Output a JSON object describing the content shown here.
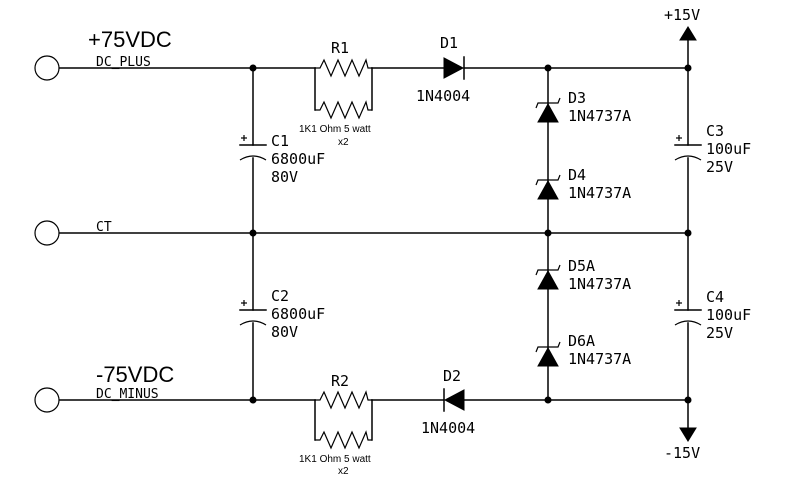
{
  "terminals": {
    "plus": {
      "voltage": "+75VDC",
      "net": "DC_PLUS"
    },
    "ct": {
      "net": "CT"
    },
    "minus": {
      "voltage": "-75VDC",
      "net": "DC_MINUS"
    }
  },
  "resistors": {
    "r1": {
      "ref": "R1",
      "value": "1K1 Ohm 5 watt",
      "qty": "x2"
    },
    "r2": {
      "ref": "R2",
      "value": "1K1 Ohm 5 watt",
      "qty": "x2"
    }
  },
  "diodes": {
    "d1": {
      "ref": "D1",
      "part": "1N4004"
    },
    "d2": {
      "ref": "D2",
      "part": "1N4004"
    }
  },
  "zeners": {
    "d3": {
      "ref": "D3",
      "part": "1N4737A"
    },
    "d4": {
      "ref": "D4",
      "part": "1N4737A"
    },
    "d5a": {
      "ref": "D5A",
      "part": "1N4737A"
    },
    "d6a": {
      "ref": "D6A",
      "part": "1N4737A"
    }
  },
  "capacitors": {
    "c1": {
      "ref": "C1",
      "value": "6800uF",
      "voltage": "80V"
    },
    "c2": {
      "ref": "C2",
      "value": "6800uF",
      "voltage": "80V"
    },
    "c3": {
      "ref": "C3",
      "value": "100uF",
      "voltage": "25V"
    },
    "c4": {
      "ref": "C4",
      "value": "100uF",
      "voltage": "25V"
    }
  },
  "rails": {
    "positive": "+15V",
    "negative": "-15V"
  }
}
